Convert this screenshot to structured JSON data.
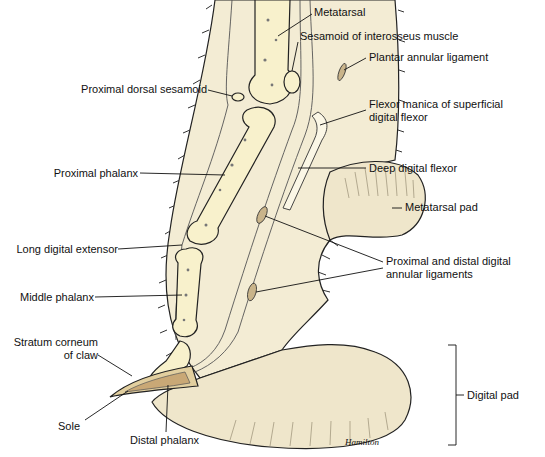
{
  "diagram": {
    "labels": [
      "Metatarsal",
      "Sesamoid of interosseus muscle",
      "Proximal dorsal sesamoid",
      "Plantar annular ligament",
      "Flexor manica of superficial digital flexor",
      "Deep digital flexor",
      "Metatarsal pad",
      "Proximal phalanx",
      "Long digital extensor",
      "Proximal and distal digital annular ligaments",
      "Middle phalanx",
      "Stratum corneum of claw",
      "Sole",
      "Distal phalanx",
      "Digital pad",
      "Hamilton"
    ]
  }
}
